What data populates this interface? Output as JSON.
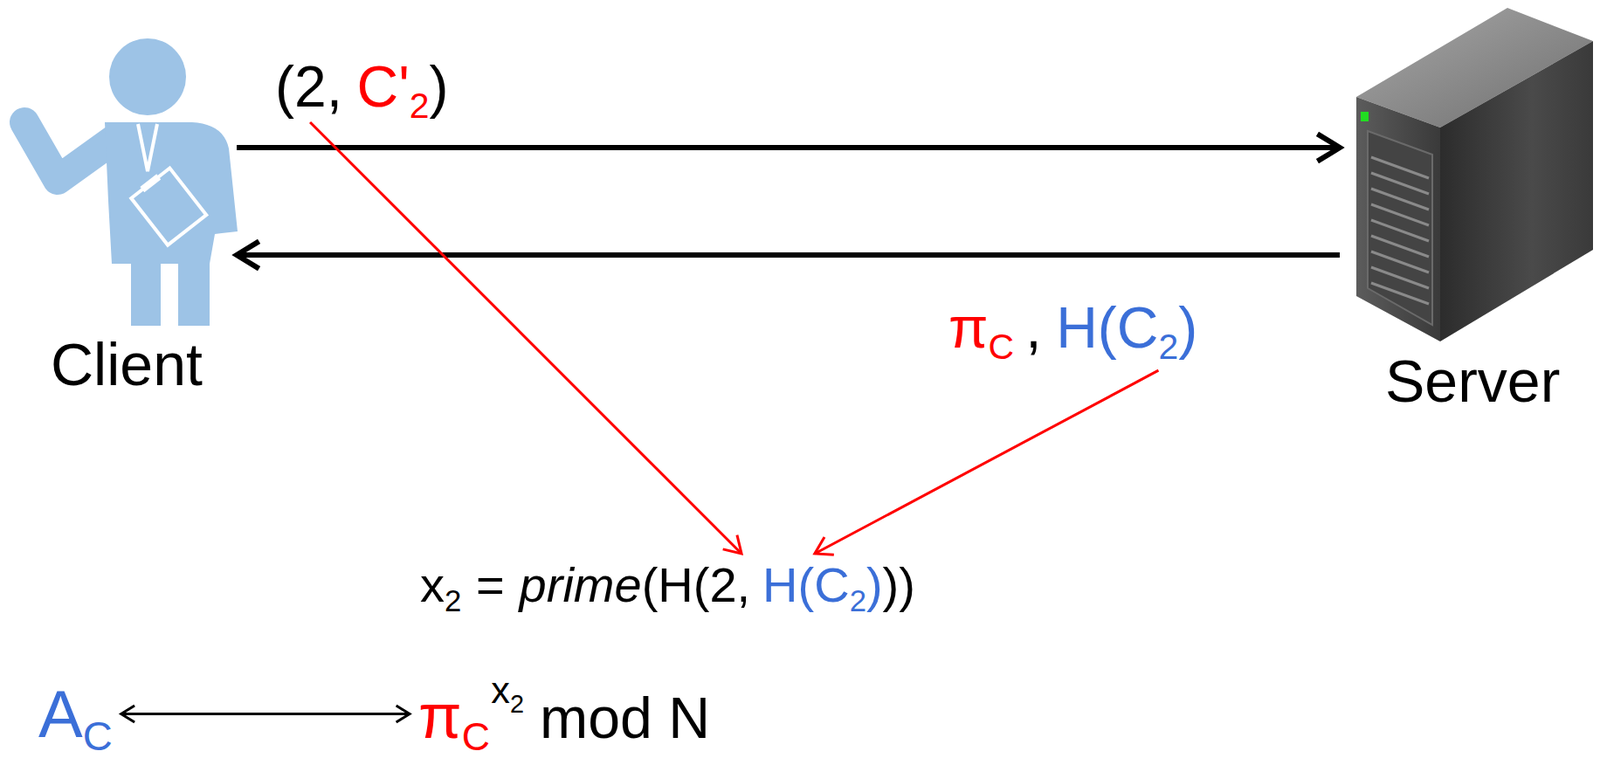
{
  "diagram": {
    "nodes": [
      {
        "text": [
          "Client"
        ]
      },
      {
        "text": [
          "Server"
        ]
      }
    ],
    "edges": [
      {
        "from": 0,
        "to": 1,
        "arrow": "to"
      },
      {
        "from": 1,
        "to": 0,
        "arrow": "to"
      }
    ],
    "labels": [
      "(2,",
      "C'",
      "2",
      ")",
      "π",
      "C",
      ",",
      "H(C",
      "2",
      ")",
      "x",
      "2",
      "=",
      "prime",
      "(H(2,",
      "H(C",
      "2",
      ")",
      "))",
      "A",
      "C",
      "π",
      "C",
      "x",
      "2",
      "mod N"
    ]
  }
}
